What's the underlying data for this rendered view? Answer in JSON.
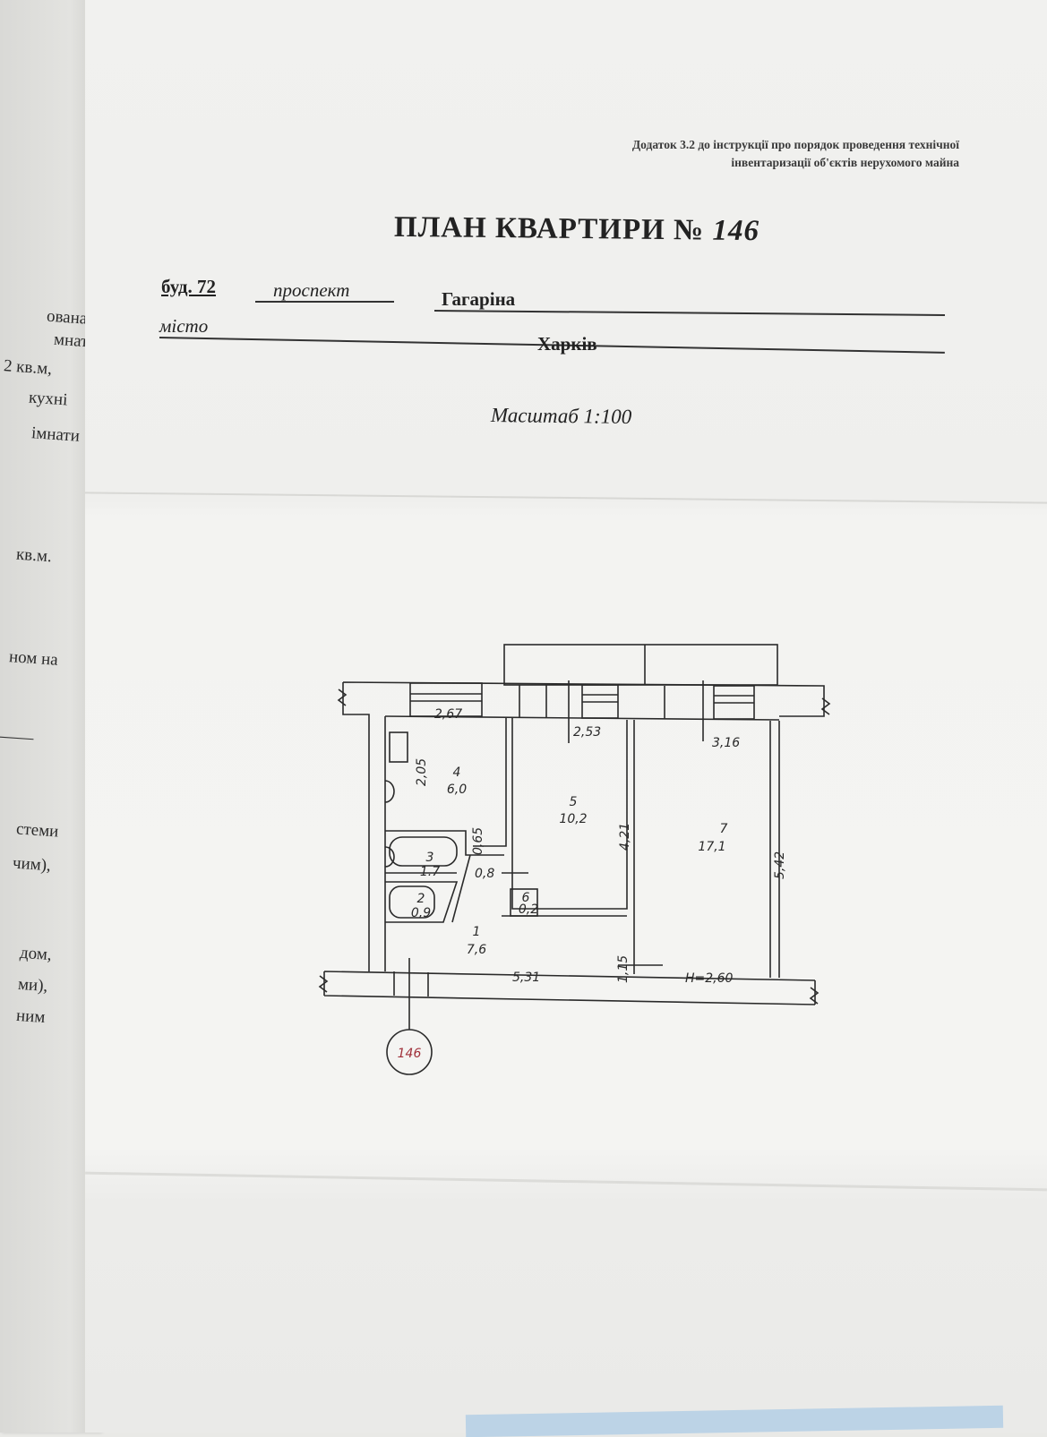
{
  "left_page": {
    "lines": [
      "ована на",
      "мнат",
      "2 кв.м,",
      "кухні",
      "імнати",
      "кв.м.",
      "ном на",
      ",",
      "стеми",
      "чим),",
      "дом,",
      "ми),",
      "ним"
    ]
  },
  "document": {
    "appendix_line1": "Додаток 3.2 до інструкції про порядок проведення технічної",
    "appendix_line2": "інвентаризації об'єктів нерухомого майна",
    "title": "ПЛАН КВАРТИРИ №",
    "apartment_number": "146",
    "building_label": "буд. 72",
    "street_type": "проспект",
    "street_name": "Гагаріна",
    "city_label": "місто",
    "city_name": "Харків",
    "scale": "Масштаб 1:100"
  },
  "floor_plan": {
    "rooms": [
      {
        "number": "1",
        "area": "7,6"
      },
      {
        "number": "2",
        "area": "0,9"
      },
      {
        "number": "3",
        "area": "1.7"
      },
      {
        "number": "4",
        "area": "6,0"
      },
      {
        "number": "5",
        "area": "10,2"
      },
      {
        "number": "6",
        "area": "0,2"
      },
      {
        "number": "7",
        "area": "17,1"
      }
    ],
    "dimensions": {
      "kitchen_width": "2,67",
      "kitchen_depth": "2,05",
      "room5_width": "2,53",
      "room5_depth": "4,21",
      "room7_width": "3,16",
      "room7_depth": "5,42",
      "corridor_length": "5,31",
      "corridor_width": "1,15",
      "bath_gap": "0,65",
      "passage": "0,8",
      "height": "H=2,60"
    },
    "apartment_marker": "146"
  }
}
